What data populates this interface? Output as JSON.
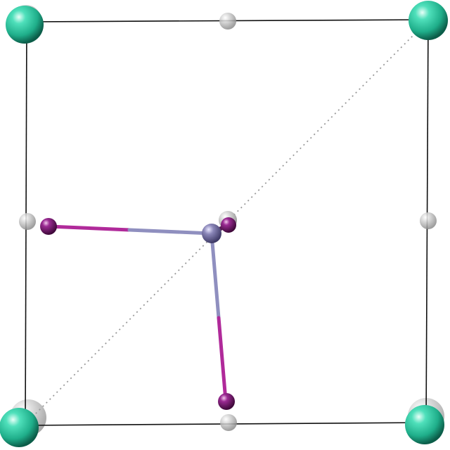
{
  "viewer": {
    "background": "#ffffff",
    "cell_edge_color": "#111111",
    "diagonal_color": "#9a9a9a"
  },
  "atoms": {
    "corner": {
      "color": "#2fc9a2",
      "count": 4
    },
    "ghost": {
      "color": "#b9b9b9",
      "count": 6
    },
    "center": {
      "color": "#6e6a9a",
      "count": 1
    },
    "ligand": {
      "color": "#7e1a78",
      "count": 3
    }
  },
  "bonds": {
    "center_color": "#8f8fbf",
    "ligand_color": "#b02a9a",
    "count": 3
  }
}
